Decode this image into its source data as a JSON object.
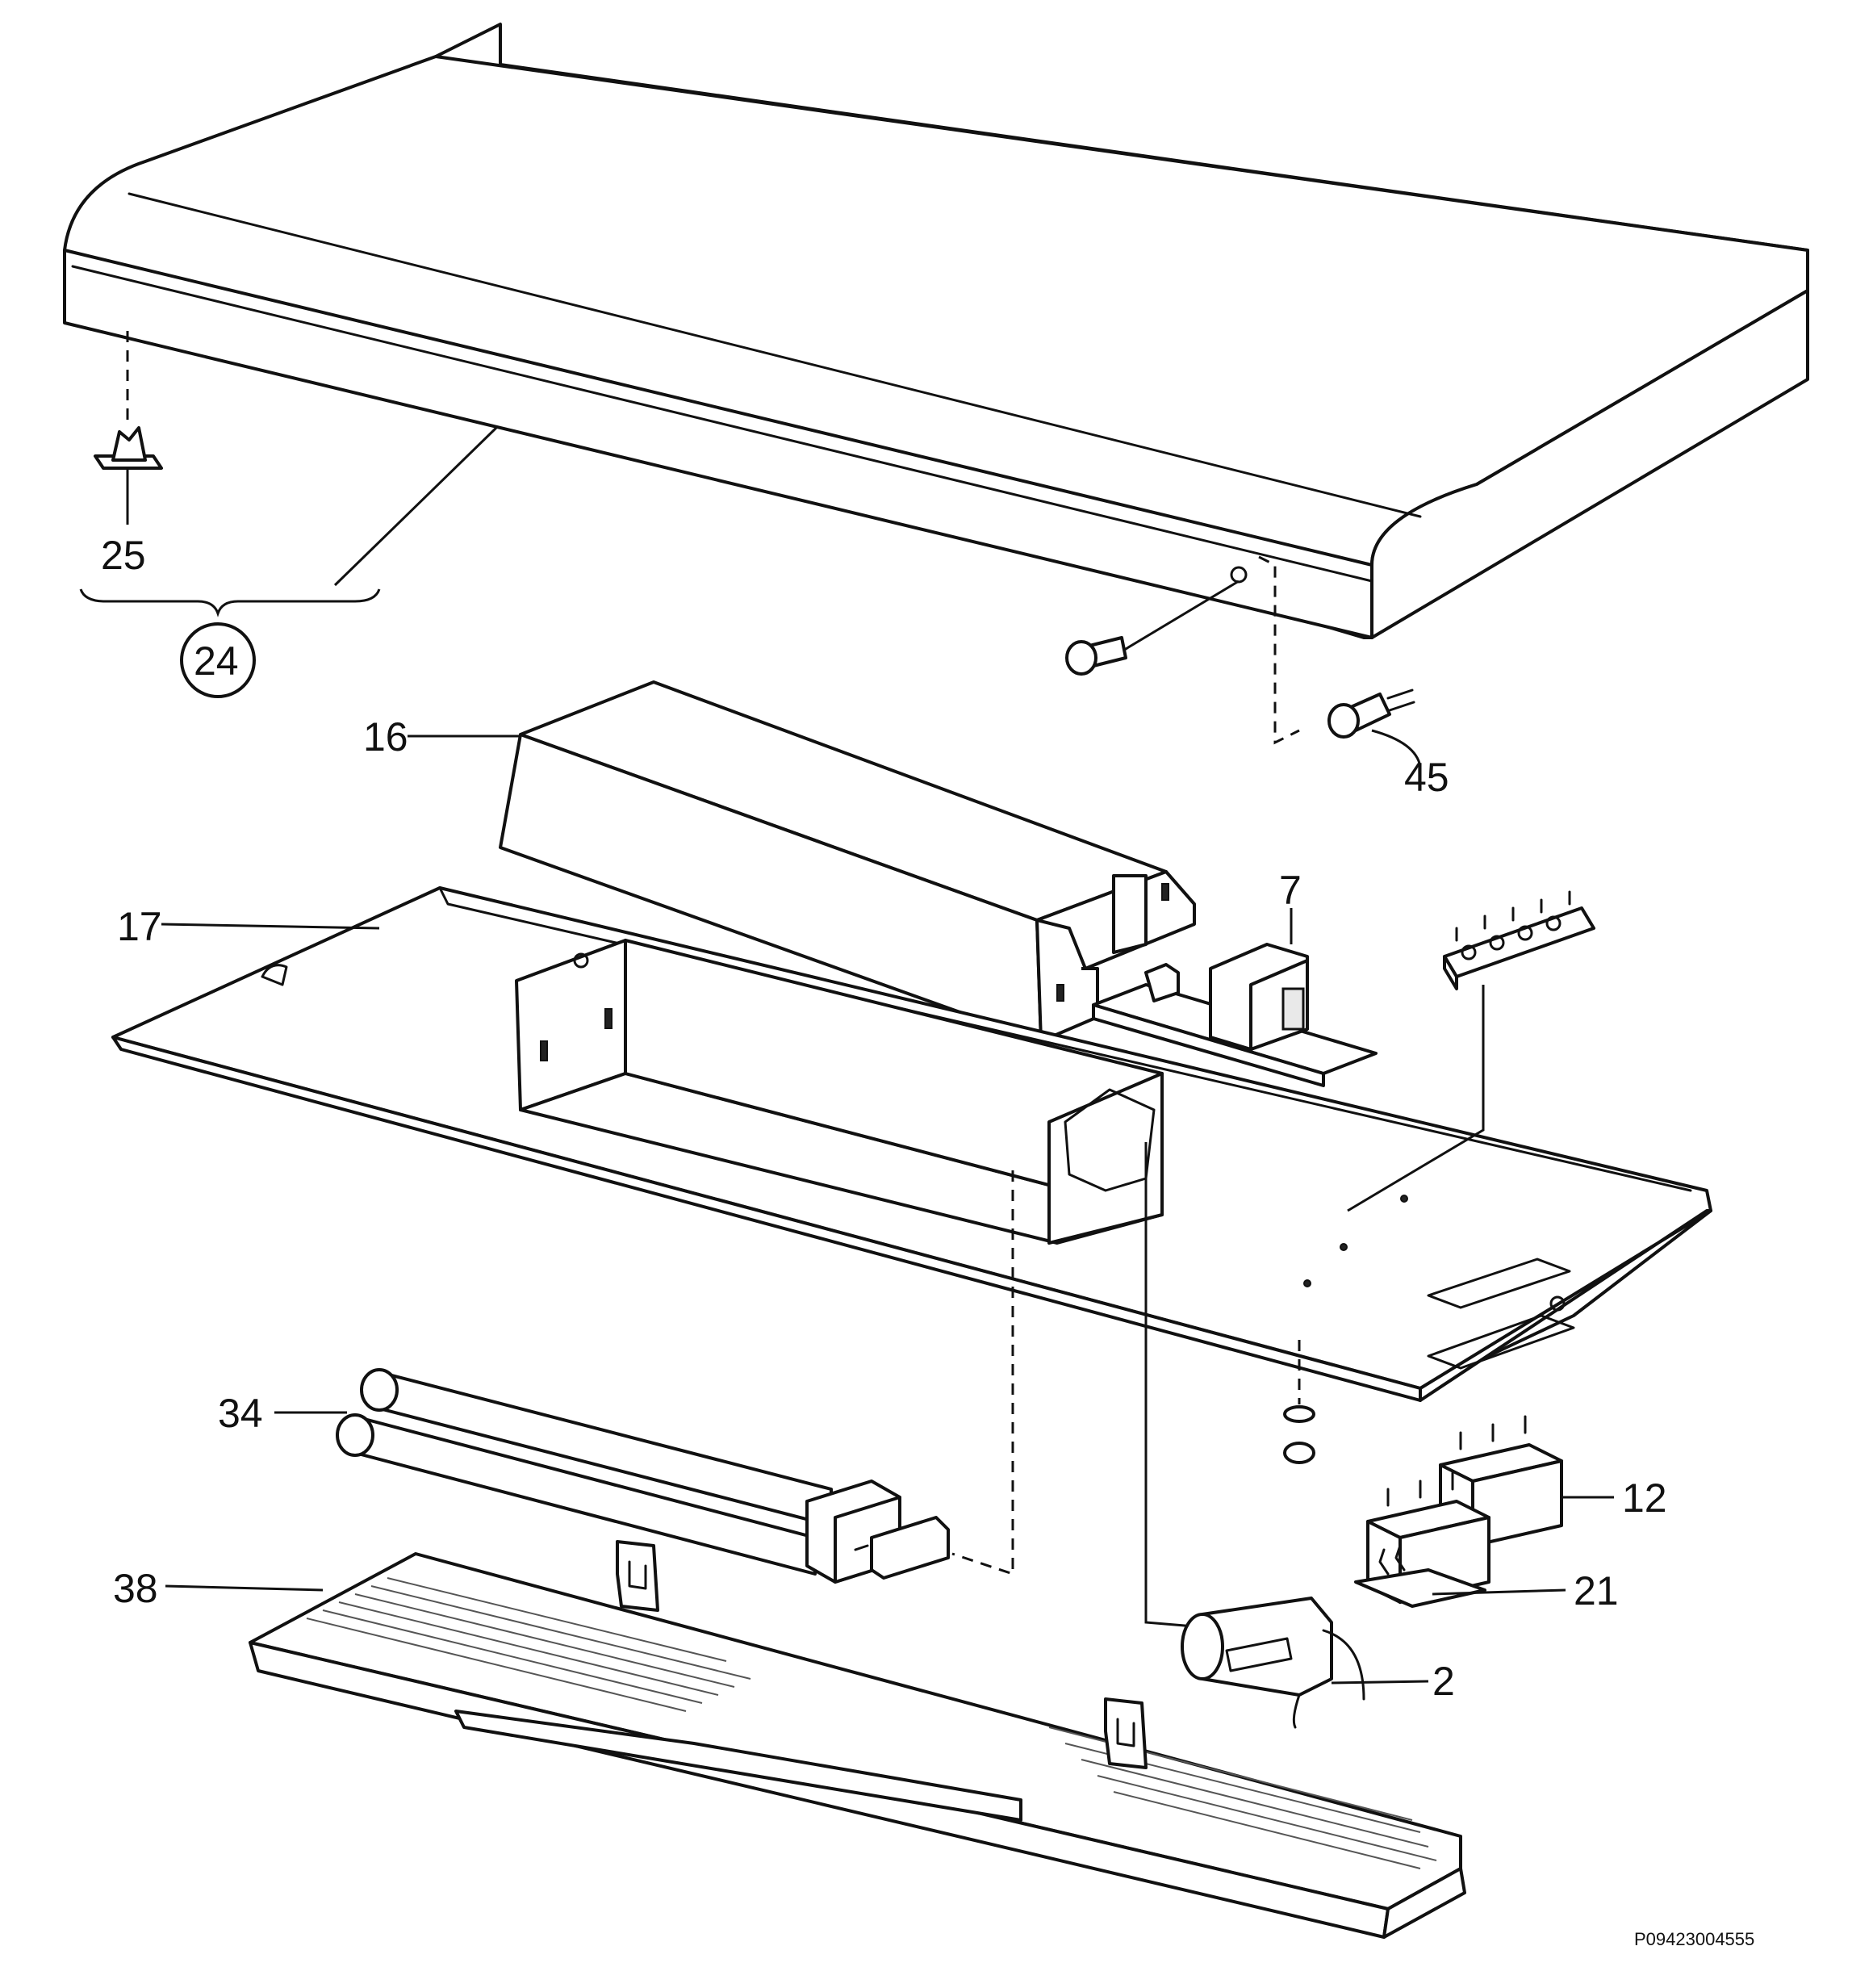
{
  "callouts": {
    "c25": "25",
    "c24": "24",
    "c16": "16",
    "c45": "45",
    "c17": "17",
    "c7": "7",
    "c34": "34",
    "c12": "12",
    "c21": "21",
    "c38": "38",
    "c2": "2"
  },
  "reference_code": "P09423004555"
}
